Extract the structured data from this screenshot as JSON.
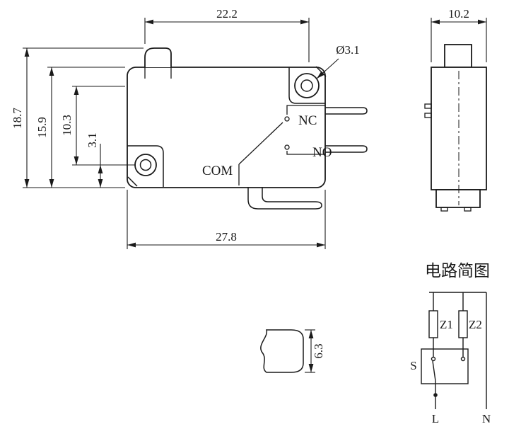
{
  "drawing": {
    "front_view": {
      "dim_top": "22.2",
      "dim_bottom": "27.8",
      "dim_height_outer": "18.7",
      "dim_height_body": "15.9",
      "dim_hole_spacing": "10.3",
      "dim_hole_offset": "3.1",
      "hole_diameter": "Ø3.1",
      "terminal_nc": "NC",
      "terminal_no": "NO",
      "terminal_com": "COM"
    },
    "side_view": {
      "dim_width": "10.2"
    },
    "button_detail": {
      "dim_height": "6.3"
    },
    "circuit_diagram": {
      "title": "电路简图",
      "load_1": "Z1",
      "load_2": "Z2",
      "switch_label": "S",
      "line_terminal": "L",
      "neutral_terminal": "N"
    }
  },
  "colors": {
    "line": "#1a1a1a",
    "background": "#ffffff"
  }
}
